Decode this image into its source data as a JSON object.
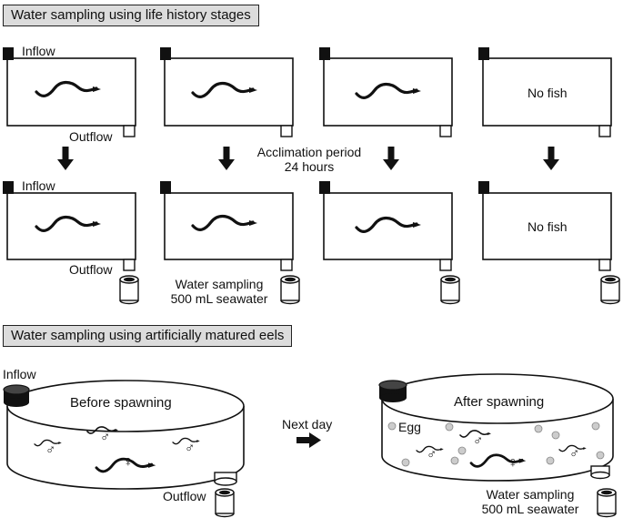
{
  "sections": {
    "life_history": {
      "title": "Water sampling using life history stages"
    },
    "matured": {
      "title": "Water sampling using artificially matured eels"
    }
  },
  "labels": {
    "inflow": "Inflow",
    "outflow": "Outflow",
    "no_fish": "No fish",
    "acclimation_line1": "Acclimation period",
    "acclimation_line2": "24 hours",
    "sampling_line1": "Water sampling",
    "sampling_line2": "500 mL seawater",
    "before_spawning": "Before spawning",
    "after_spawning": "After spawning",
    "next_day": "Next day",
    "egg": "Egg"
  },
  "symbols": {
    "male": "♂",
    "female": "♀"
  },
  "colors": {
    "header_bg": "#dcdcdc",
    "stroke": "#111111",
    "egg": "#cccccc"
  },
  "icons": [
    "eel-icon",
    "arrow-down-icon",
    "arrow-right-icon",
    "sampling-bottle-icon",
    "inflow-pipe-icon",
    "outflow-pipe-icon",
    "egg-icon"
  ]
}
